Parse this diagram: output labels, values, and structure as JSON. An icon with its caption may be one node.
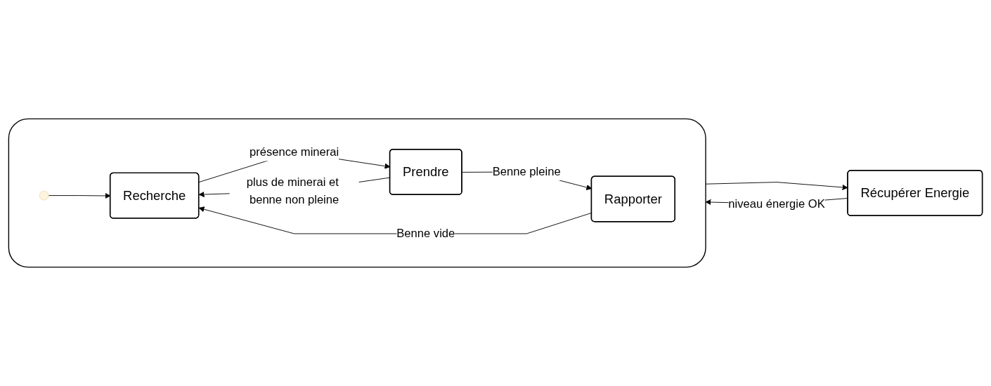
{
  "diagram": {
    "nodes": [
      {
        "text": [],
        "shape": "box"
      },
      {
        "text": [
          "Recherche"
        ],
        "in": 0
      },
      {
        "text": [
          "Prendre"
        ],
        "in": 0
      },
      {
        "text": [
          "Rapporter"
        ],
        "in": 0
      },
      {
        "text": [],
        "shape": "circle",
        "in": 0
      },
      {
        "text": [
          "Récupérer Energie"
        ]
      }
    ],
    "edges": [
      {
        "from": 1,
        "to": 2,
        "arrow": "to",
        "label": "présence minerai"
      },
      {
        "from": 2,
        "to": 1,
        "arrow": "to",
        "label": "plus de minerai et benne non pleine"
      },
      {
        "from": 2,
        "to": 3,
        "arrow": "to",
        "label": "Benne pleine"
      },
      {
        "from": 3,
        "to": 1,
        "arrow": "to",
        "label": "Benne vide"
      },
      {
        "from": 4,
        "to": 1,
        "arrow": "to"
      },
      {
        "from": 0,
        "to": 5,
        "arrow": "to"
      },
      {
        "from": 5,
        "to": 0,
        "arrow": "to",
        "label": "niveau énergie OK"
      }
    ]
  }
}
